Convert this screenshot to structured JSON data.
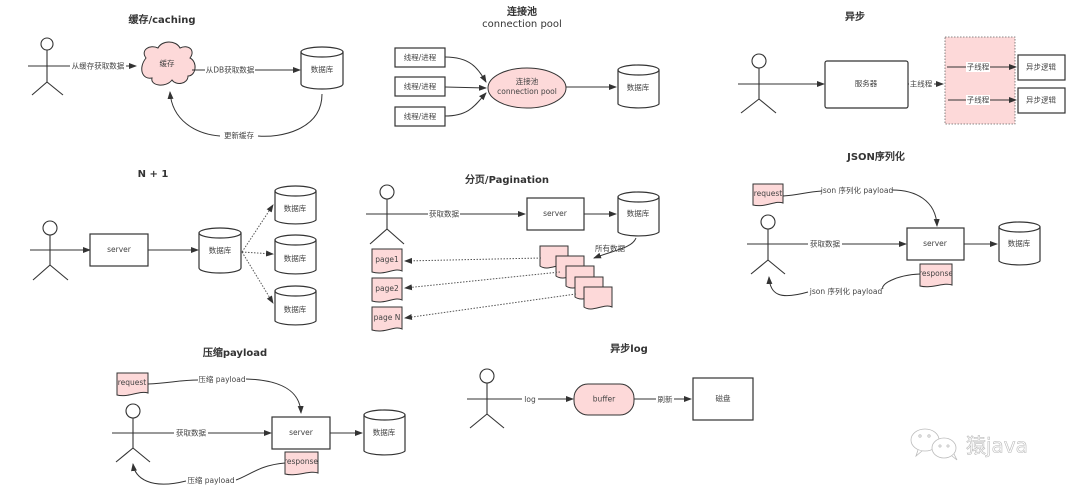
{
  "caching": {
    "title": "缓存/caching",
    "cache_label": "缓存",
    "db_label": "数据库",
    "edge_get_from_cache": "从缓存获取数据",
    "edge_get_from_db": "从DB获取数据",
    "edge_update_cache": "更新缓存"
  },
  "pool": {
    "title_cn": "连接池",
    "title_en": "connection pool",
    "threads": [
      "线程/进程",
      "线程/进程",
      "线程/进程"
    ],
    "pool_label_cn": "连接池",
    "pool_label_en": "connection pool",
    "db_label": "数据库"
  },
  "async": {
    "title": "异步",
    "server_label": "服务器",
    "edge_main_thread": "主线程",
    "sub_threads": [
      "子线程",
      "子线程"
    ],
    "async_logic": [
      "异步逻辑",
      "异步逻辑"
    ]
  },
  "n_plus_one": {
    "title": "N + 1",
    "server_label": "server",
    "db_main": "数据库",
    "db_children": [
      "数据库",
      "数据库",
      "数据库"
    ]
  },
  "pagination": {
    "title": "分页/Pagination",
    "edge_fetch": "获取数据",
    "server_label": "server",
    "db_label": "数据库",
    "edge_all_data": "所有数据",
    "pages": [
      "page1",
      "page2",
      "page N"
    ]
  },
  "json": {
    "title": "JSON序列化",
    "request_label": "request",
    "edge_request": "json 序列化 payload",
    "edge_fetch": "获取数据",
    "server_label": "server",
    "db_label": "数据库",
    "response_label": "response",
    "edge_response": "json 序列化 payload"
  },
  "compress": {
    "title": "压缩payload",
    "request_label": "request",
    "edge_request": "压缩 payload",
    "edge_fetch": "获取数据",
    "server_label": "server",
    "db_label": "数据库",
    "response_label": "response",
    "edge_response": "压缩 payload"
  },
  "async_log": {
    "title": "异步log",
    "edge_log": "log",
    "buffer_label": "buffer",
    "edge_flush": "刷新",
    "disk_label": "磁盘"
  },
  "watermark": {
    "text": "猿java"
  },
  "colors": {
    "pink_fill": "#fdd9d9",
    "stroke": "#333333"
  }
}
